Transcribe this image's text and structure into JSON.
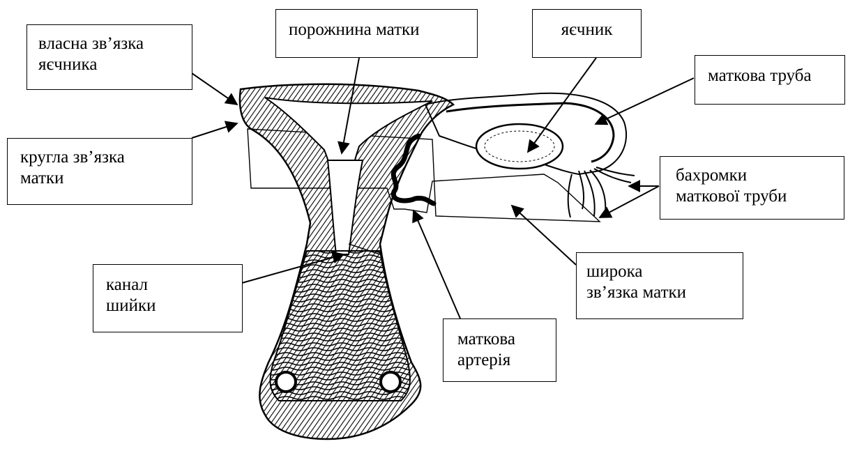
{
  "labels": {
    "own_ligament": [
      "власна зв’язка",
      "яєчника"
    ],
    "uterine_cavity": [
      "порожнина матки"
    ],
    "ovary": [
      "яєчник"
    ],
    "uterine_tube": [
      "маткова труба"
    ],
    "round_ligament": [
      "кругла зв’язка",
      "матки"
    ],
    "fimbriae": [
      "бахромки",
      "маткової труби"
    ],
    "cervical_canal": [
      "канал",
      "шийки"
    ],
    "uterine_artery": [
      "маткова",
      "артерія"
    ],
    "broad_ligament": [
      "широка",
      "зв’язка матки"
    ]
  },
  "colors": {
    "line": "#000000",
    "tissue": "#111111",
    "background": "#ffffff"
  }
}
